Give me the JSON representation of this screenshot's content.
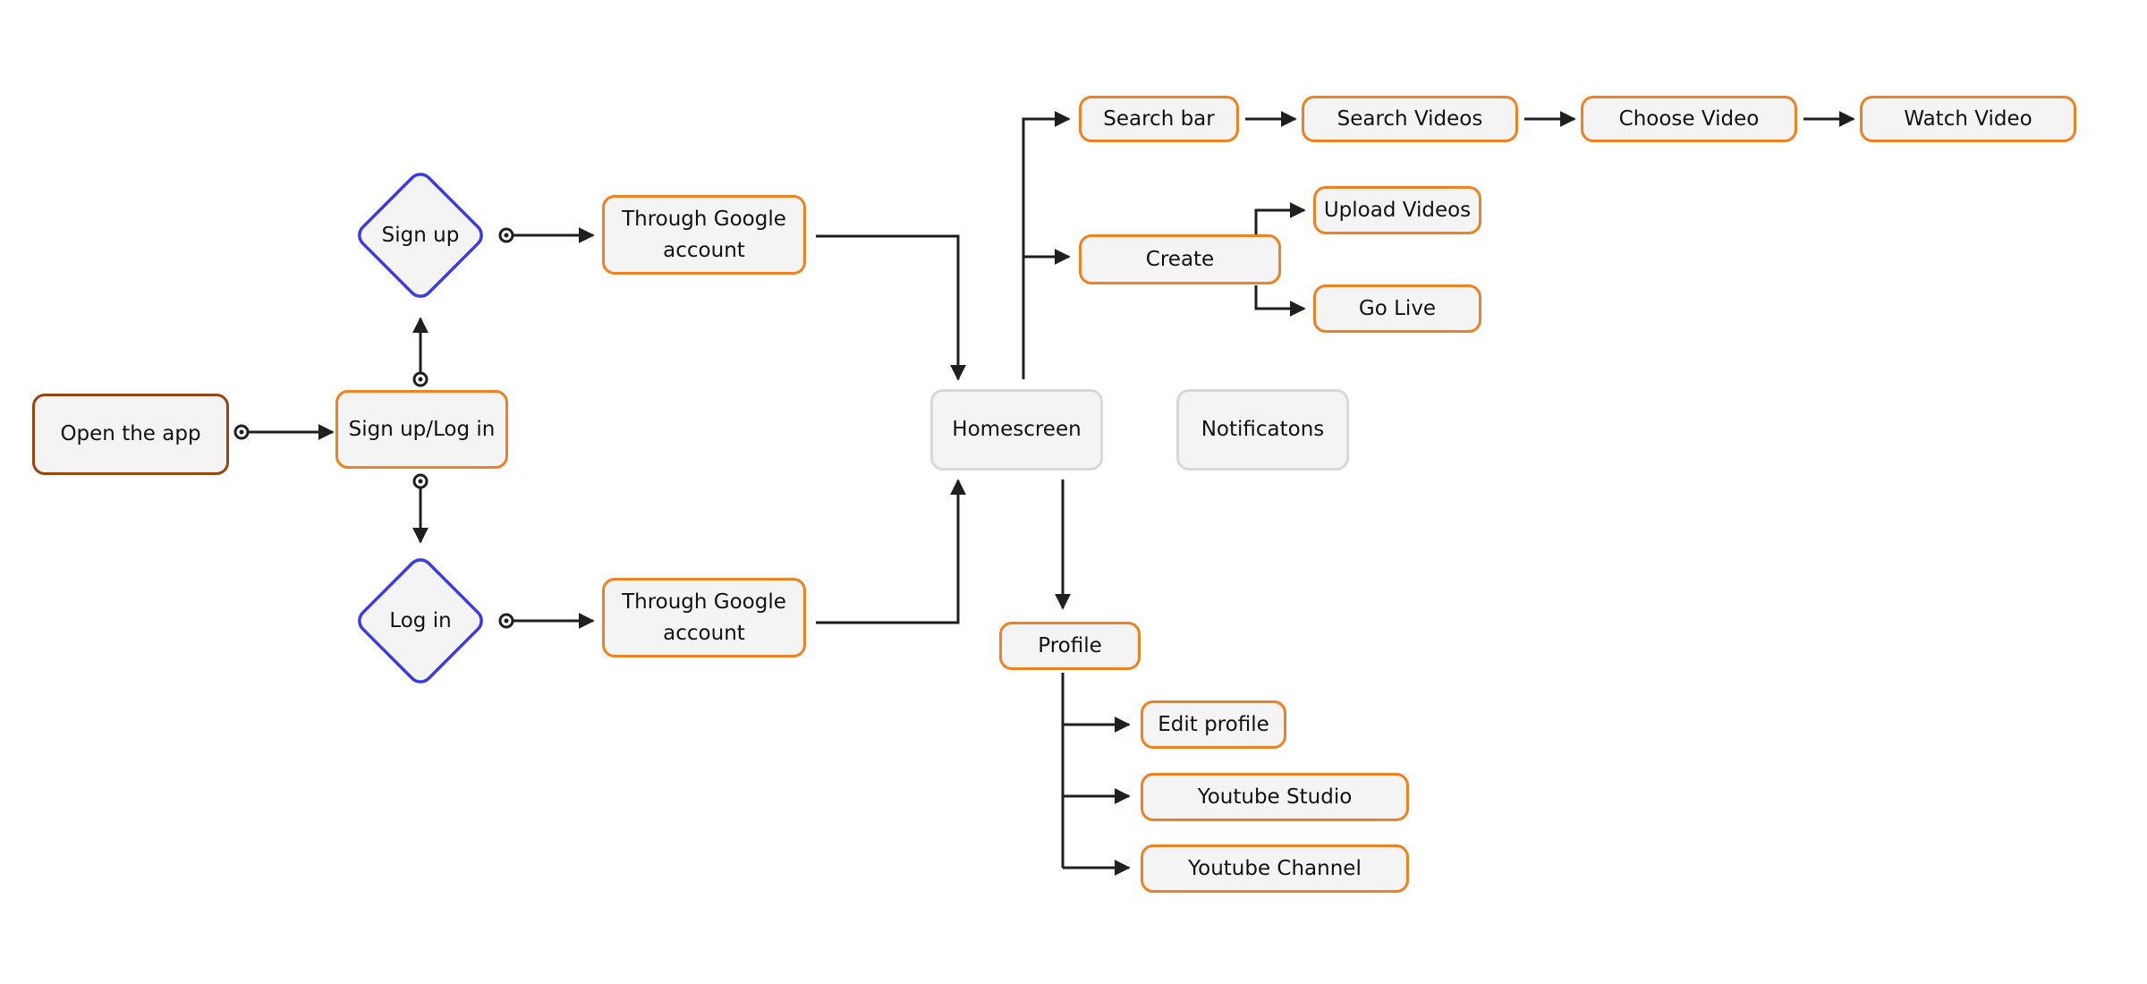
{
  "colors": {
    "orange_border": "#f08120",
    "brown_border": "#9a4410",
    "blue_diamond": "#3b3be0",
    "gray_border": "#d8d8d8",
    "node_fill": "#f4f4f4",
    "edge": "#1f1f1f"
  },
  "nodes": {
    "open_app": "Open the app",
    "signup_login": "Sign up/Log in",
    "sign_up": "Sign up",
    "log_in": "Log in",
    "google_signup": "Through Google account",
    "google_login": "Through Google account",
    "homescreen": "Homescreen",
    "notifications": "Notificatons",
    "search_bar": "Search bar",
    "search_videos": "Search Videos",
    "choose_video": "Choose Video",
    "watch_video": "Watch Video",
    "create": "Create",
    "upload_videos": "Upload Videos",
    "go_live": "Go Live",
    "profile": "Profile",
    "edit_profile": "Edit profile",
    "youtube_studio": "Youtube Studio",
    "youtube_channel": "Youtube Channel"
  }
}
